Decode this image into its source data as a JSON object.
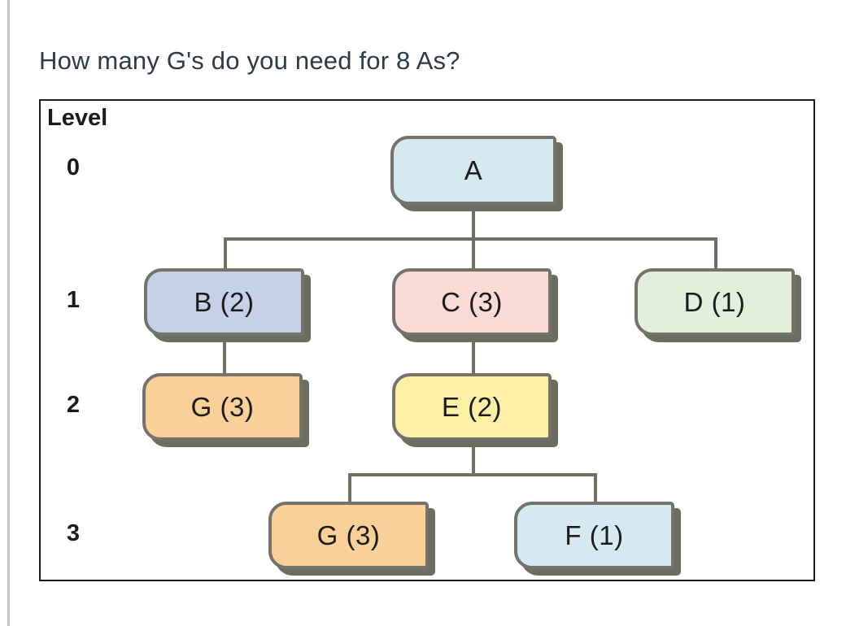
{
  "page": {
    "title": "How many G's do you need for 8 As?"
  },
  "diagram": {
    "level_label": "Level",
    "levels": [
      "0",
      "1",
      "2",
      "3"
    ],
    "colors": {
      "title_text": "#2d3b45",
      "text": "#1b1b1b",
      "panel_border": "#1c1c1c",
      "node_border": "#73736a",
      "node_shadow": "#6c6c60",
      "line": "#6f6f64",
      "rule": "#c4c4c4"
    },
    "nodes": [
      {
        "id": "A",
        "label": "A",
        "level": 0,
        "fill": "#d4e9f0"
      },
      {
        "id": "B",
        "label": "B (2)",
        "level": 1,
        "fill": "#c6d0e8"
      },
      {
        "id": "C",
        "label": "C (3)",
        "level": 1,
        "fill": "#f9dbd7"
      },
      {
        "id": "D",
        "label": "D (1)",
        "level": 1,
        "fill": "#e2efdc"
      },
      {
        "id": "G2",
        "label": "G (3)",
        "level": 2,
        "fill": "#f8d098"
      },
      {
        "id": "E",
        "label": "E (2)",
        "level": 2,
        "fill": "#fbf0a3"
      },
      {
        "id": "G3",
        "label": "G (3)",
        "level": 3,
        "fill": "#f8d098"
      },
      {
        "id": "F",
        "label": "F (1)",
        "level": 3,
        "fill": "#d4e9f0"
      }
    ],
    "edges": [
      [
        "A",
        "B"
      ],
      [
        "A",
        "C"
      ],
      [
        "A",
        "D"
      ],
      [
        "B",
        "G2"
      ],
      [
        "C",
        "E"
      ],
      [
        "E",
        "G3"
      ],
      [
        "E",
        "F"
      ]
    ]
  }
}
